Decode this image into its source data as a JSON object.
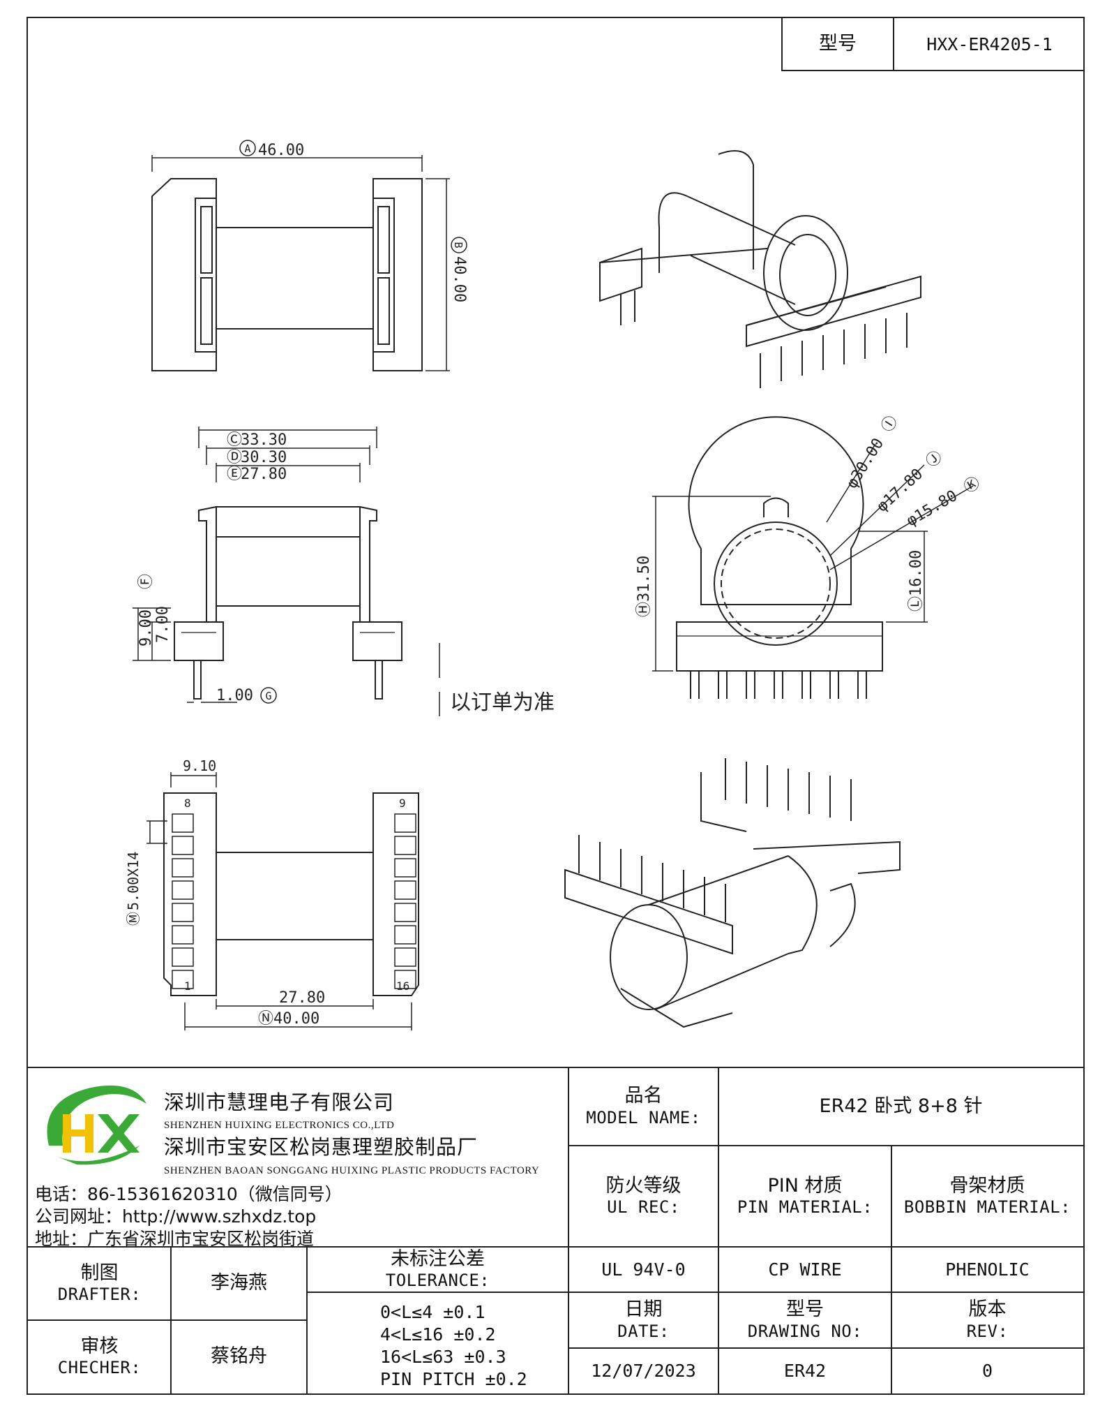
{
  "header": {
    "model_label": "型号",
    "model_value": "HXX-ER4205-1"
  },
  "dims": {
    "a": "46.00",
    "b": "40.00",
    "c": "33.30",
    "d": "30.30",
    "e": "27.80",
    "f": "9.00",
    "seven": "7.00",
    "g": "1.00",
    "g_letter": "G",
    "i": "φ30.00",
    "j": "φ17.80",
    "k": "φ15.80",
    "h": "31.50",
    "l": "16.00",
    "pitch_top": "9.10",
    "m": "5.00X14",
    "inner": "27.80",
    "n": "40.00",
    "pin1": "1",
    "pin8": "8",
    "pin9": "9",
    "pin16": "16",
    "note": "以订单为准"
  },
  "letters": {
    "a": "A",
    "b": "B",
    "c": "C",
    "d": "D",
    "e": "E",
    "f": "F",
    "h": "H",
    "i": "I",
    "j": "J",
    "k": "K",
    "l": "L",
    "m": "M",
    "n": "N"
  },
  "company": {
    "name_cn": "深圳市慧理电子有限公司",
    "name_en": "SHENZHEN HUIXING ELECTRONICS CO.,LTD",
    "factory_cn": "深圳市宝安区松岗惠理塑胶制品厂",
    "factory_en": "SHENZHEN BAOAN SONGGANG HUIXING PLASTIC PRODUCTS FACTORY",
    "phone": "电话：86-15361620310（微信同号）",
    "website": "公司网址：http://www.szhxdz.top",
    "address": "地址：广东省深圳市宝安区松岗街道",
    "logo_letters": "HX"
  },
  "model_name": {
    "cn": "品名",
    "en": "MODEL NAME:",
    "value": "ER42 卧式 8+8 针"
  },
  "ul": {
    "cn": "防火等级",
    "en": "UL REC:",
    "value": "UL 94V-0"
  },
  "pin_material": {
    "cn": "PIN 材质",
    "en": "PIN MATERIAL:",
    "value": "CP WIRE"
  },
  "bobbin_material": {
    "cn": "骨架材质",
    "en": "BOBBIN MATERIAL:",
    "value": "PHENOLIC"
  },
  "drafter": {
    "cn": "制图",
    "en": "DRAFTER:",
    "value": "李海燕"
  },
  "checker": {
    "cn": "审核",
    "en": "CHECHER:",
    "value": "蔡铭舟"
  },
  "tolerance": {
    "cn": "未标注公差",
    "en": "TOLERANCE:",
    "lines": [
      "0<L≤4  ±0.1",
      "4<L≤16 ±0.2",
      "16<L≤63 ±0.3",
      "PIN PITCH ±0.2"
    ]
  },
  "date": {
    "cn": "日期",
    "en": "DATE:",
    "value": "12/07/2023"
  },
  "drawing_no": {
    "cn": "型号",
    "en": "DRAWING NO:",
    "value": "ER42"
  },
  "rev": {
    "cn": "版本",
    "en": "REV:",
    "value": "0"
  },
  "colors": {
    "logo_green": "#3aa935",
    "logo_yellow": "#f2c200",
    "line": "#222222"
  }
}
